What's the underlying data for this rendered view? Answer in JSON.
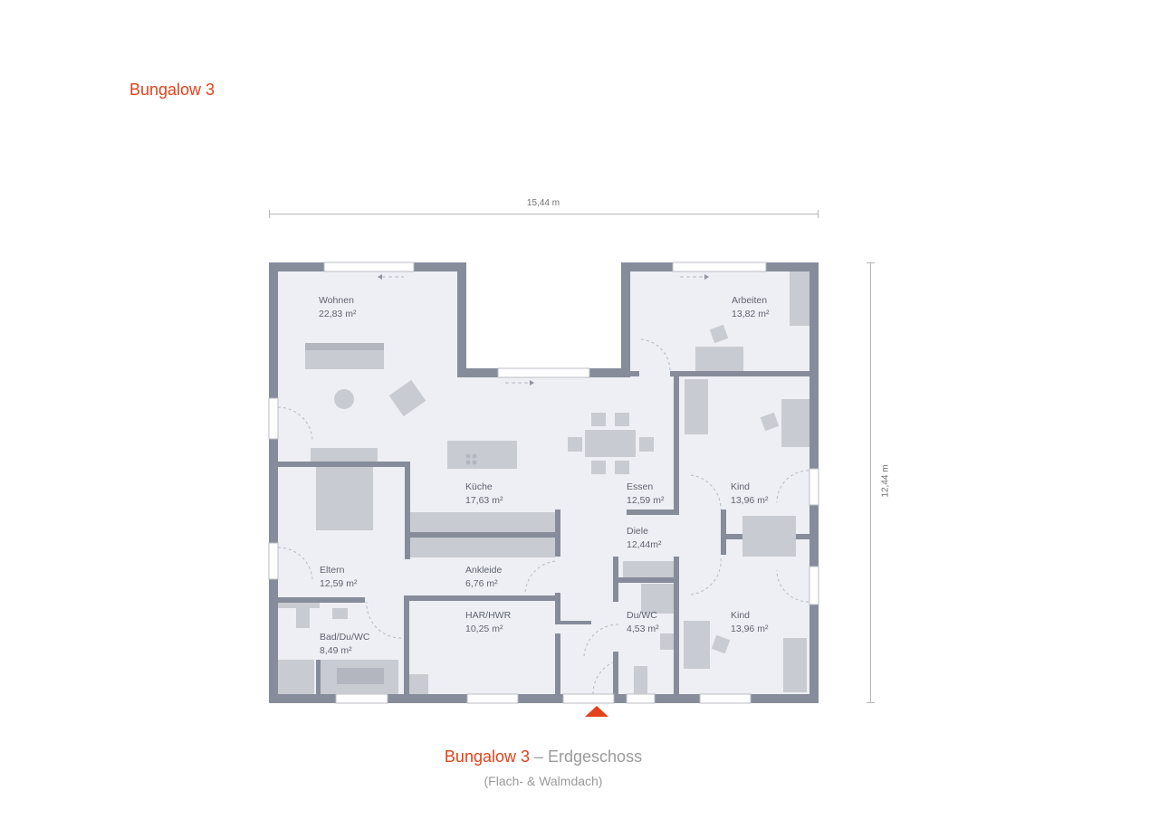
{
  "header": {
    "title": "Bungalow 3"
  },
  "dimensions": {
    "width": "15,44 m",
    "depth": "12,44 m"
  },
  "rooms": [
    {
      "name": "Wohnen",
      "area": "22,83 m²"
    },
    {
      "name": "Arbeiten",
      "area": "13,82 m²"
    },
    {
      "name": "Küche",
      "area": "17,63 m²"
    },
    {
      "name": "Essen",
      "area": "12,59 m²"
    },
    {
      "name": "Kind",
      "area": "13,96 m²"
    },
    {
      "name": "Diele",
      "area": "12,44m²"
    },
    {
      "name": "Eltern",
      "area": "12,59 m²"
    },
    {
      "name": "Ankleide",
      "area": "6,76 m²"
    },
    {
      "name": "HAR/HWR",
      "area": "10,25 m²"
    },
    {
      "name": "Du/WC",
      "area": "4,53 m²"
    },
    {
      "name": "Kind",
      "area": "13,96 m²"
    },
    {
      "name": "Bad/Du/WC",
      "area": "8,49 m²"
    }
  ],
  "caption": {
    "brand": "Bungalow 3",
    "separator": " – ",
    "floor": "Erdgeschoss",
    "subtitle": "(Flach- & Walmdach)"
  },
  "icons": {
    "entrance": "entrance-arrow-icon"
  },
  "colors": {
    "accent": "#e2431b",
    "wall": "#868c99",
    "floor": "#eeeff4",
    "furniture": "#c9cbd2",
    "text": "#5f6470"
  }
}
